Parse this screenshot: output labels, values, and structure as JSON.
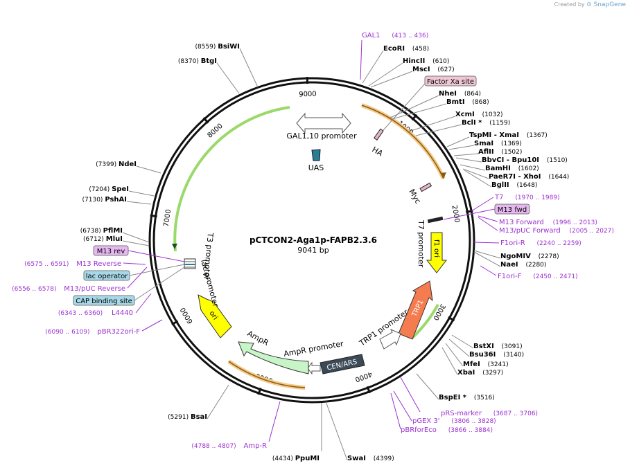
{
  "credit": {
    "prefix": "Created by",
    "brand": "SnapGene"
  },
  "plasmid": {
    "name": "pCTCON2-Aga1p-FAPB2.3.6",
    "size": "9041 bp"
  },
  "ticks": [
    "1000",
    "2000",
    "3000",
    "4000",
    "5000",
    "6000",
    "7000",
    "8000",
    "9000"
  ],
  "features": [
    {
      "label": "GAL1,10 promoter",
      "kind": "promoter"
    },
    {
      "label": "UAS",
      "kind": "misc",
      "color": "#2a7f8f"
    },
    {
      "label": "HA",
      "kind": "tag",
      "color": "#e8b4c4"
    },
    {
      "label": "Myc",
      "kind": "tag",
      "color": "#e8b4c4"
    },
    {
      "label": "T7 promoter",
      "kind": "promoter"
    },
    {
      "label": "f1 ori",
      "kind": "rep_origin",
      "color": "#ffff00"
    },
    {
      "label": "TRP1",
      "kind": "cds",
      "color": "#f47c4f"
    },
    {
      "label": "TRP1 promoter",
      "kind": "promoter"
    },
    {
      "label": "CEN/ARS",
      "kind": "rep_origin",
      "color": "#3c4a58"
    },
    {
      "label": "AmpR promoter",
      "kind": "promoter"
    },
    {
      "label": "AmpR",
      "kind": "cds",
      "color": "#c8f5c8"
    },
    {
      "label": "ori",
      "kind": "rep_origin",
      "color": "#ffff00"
    },
    {
      "label": "lac promoter",
      "kind": "promoter"
    },
    {
      "label": "T3 promoter",
      "kind": "promoter"
    }
  ],
  "sites": {
    "right": [
      {
        "name": "EcoRI",
        "pos": "(458)"
      },
      {
        "name": "HincII",
        "pos": "(610)"
      },
      {
        "name": "MscI",
        "pos": "(627)"
      },
      {
        "name": "Factor Xa site",
        "pos": "",
        "boxed": true,
        "box_color": "#f0c8d4"
      },
      {
        "name": "NheI",
        "pos": "(864)"
      },
      {
        "name": "BmtI",
        "pos": "(868)"
      },
      {
        "name": "XcmI",
        "pos": "(1032)"
      },
      {
        "name": "BclI *",
        "pos": "(1159)"
      },
      {
        "name": "TspMI - XmaI",
        "pos": "(1367)"
      },
      {
        "name": "SmaI",
        "pos": "(1369)"
      },
      {
        "name": "AflII",
        "pos": "(1502)"
      },
      {
        "name": "BbvCI - Bpu10I",
        "pos": "(1510)"
      },
      {
        "name": "BamHI",
        "pos": "(1602)"
      },
      {
        "name": "PaeR7I - XhoI",
        "pos": "(1644)"
      },
      {
        "name": "BglII",
        "pos": "(1648)"
      },
      {
        "name": "NgoMIV",
        "pos": "(2278)"
      },
      {
        "name": "NaeI",
        "pos": "(2280)"
      },
      {
        "name": "BstXI",
        "pos": "(3091)"
      },
      {
        "name": "Bsu36I",
        "pos": "(3140)"
      },
      {
        "name": "MfeI",
        "pos": "(3241)"
      },
      {
        "name": "XbaI",
        "pos": "(3297)"
      },
      {
        "name": "BspEI *",
        "pos": "(3516)"
      },
      {
        "name": "SwaI",
        "pos": "(4399)"
      }
    ],
    "left": [
      {
        "name": "BsiWI",
        "pos": "(8559)"
      },
      {
        "name": "BtgI",
        "pos": "(8370)"
      },
      {
        "name": "NdeI",
        "pos": "(7399)"
      },
      {
        "name": "SpeI",
        "pos": "(7204)"
      },
      {
        "name": "PshAI",
        "pos": "(7130)"
      },
      {
        "name": "PflMI",
        "pos": "(6738)"
      },
      {
        "name": "MluI",
        "pos": "(6712)"
      },
      {
        "name": "BsaI",
        "pos": "(5291)"
      },
      {
        "name": "PpuMI",
        "pos": "(4434)"
      }
    ]
  },
  "primers": {
    "gal1": {
      "name": "GAL1",
      "pos": "(413 .. 436)"
    },
    "t7": {
      "name": "T7",
      "pos": "(1970 .. 1989)"
    },
    "m13fwd": {
      "name": "M13 fwd",
      "box_color": "#e6b8f0"
    },
    "m13forward": {
      "name": "M13 Forward",
      "pos": "(1996 .. 2013)"
    },
    "m13puc_fwd": {
      "name": "M13/pUC Forward",
      "pos": "(2005 .. 2027)"
    },
    "f1ori_r": {
      "name": "F1ori-R",
      "pos": "(2240 .. 2259)"
    },
    "f1ori_f": {
      "name": "F1ori-F",
      "pos": "(2450 .. 2471)"
    },
    "prs": {
      "name": "pRS-marker",
      "pos": "(3687 .. 3706)"
    },
    "pgex": {
      "name": "pGEX 3'",
      "pos": "(3806 .. 3828)"
    },
    "pbrfor": {
      "name": "pBRforEco",
      "pos": "(3866 .. 3884)"
    },
    "ampr": {
      "name": "Amp-R",
      "pos": "(4788 .. 4807)"
    },
    "pbr322": {
      "name": "pBR322ori-F",
      "pos": "(6090 .. 6109)"
    },
    "l4440": {
      "name": "L4440",
      "pos": "(6343 .. 6360)"
    },
    "m13rev_puc": {
      "name": "M13/pUC Reverse",
      "pos": "(6556 .. 6578)"
    },
    "m13reverse": {
      "name": "M13 Reverse",
      "pos": "(6575 .. 6591)"
    },
    "m13rev": {
      "name": "M13 rev",
      "box_color": "#e6b8f0"
    }
  },
  "misc_boxes": [
    {
      "name": "lac operator",
      "box_color": "#a8d8e8"
    },
    {
      "name": "CAP binding site",
      "box_color": "#a8d8e8"
    }
  ],
  "colors": {
    "primer": "#9b30d0",
    "backbone": "#111111",
    "enzyme": "#000000"
  }
}
